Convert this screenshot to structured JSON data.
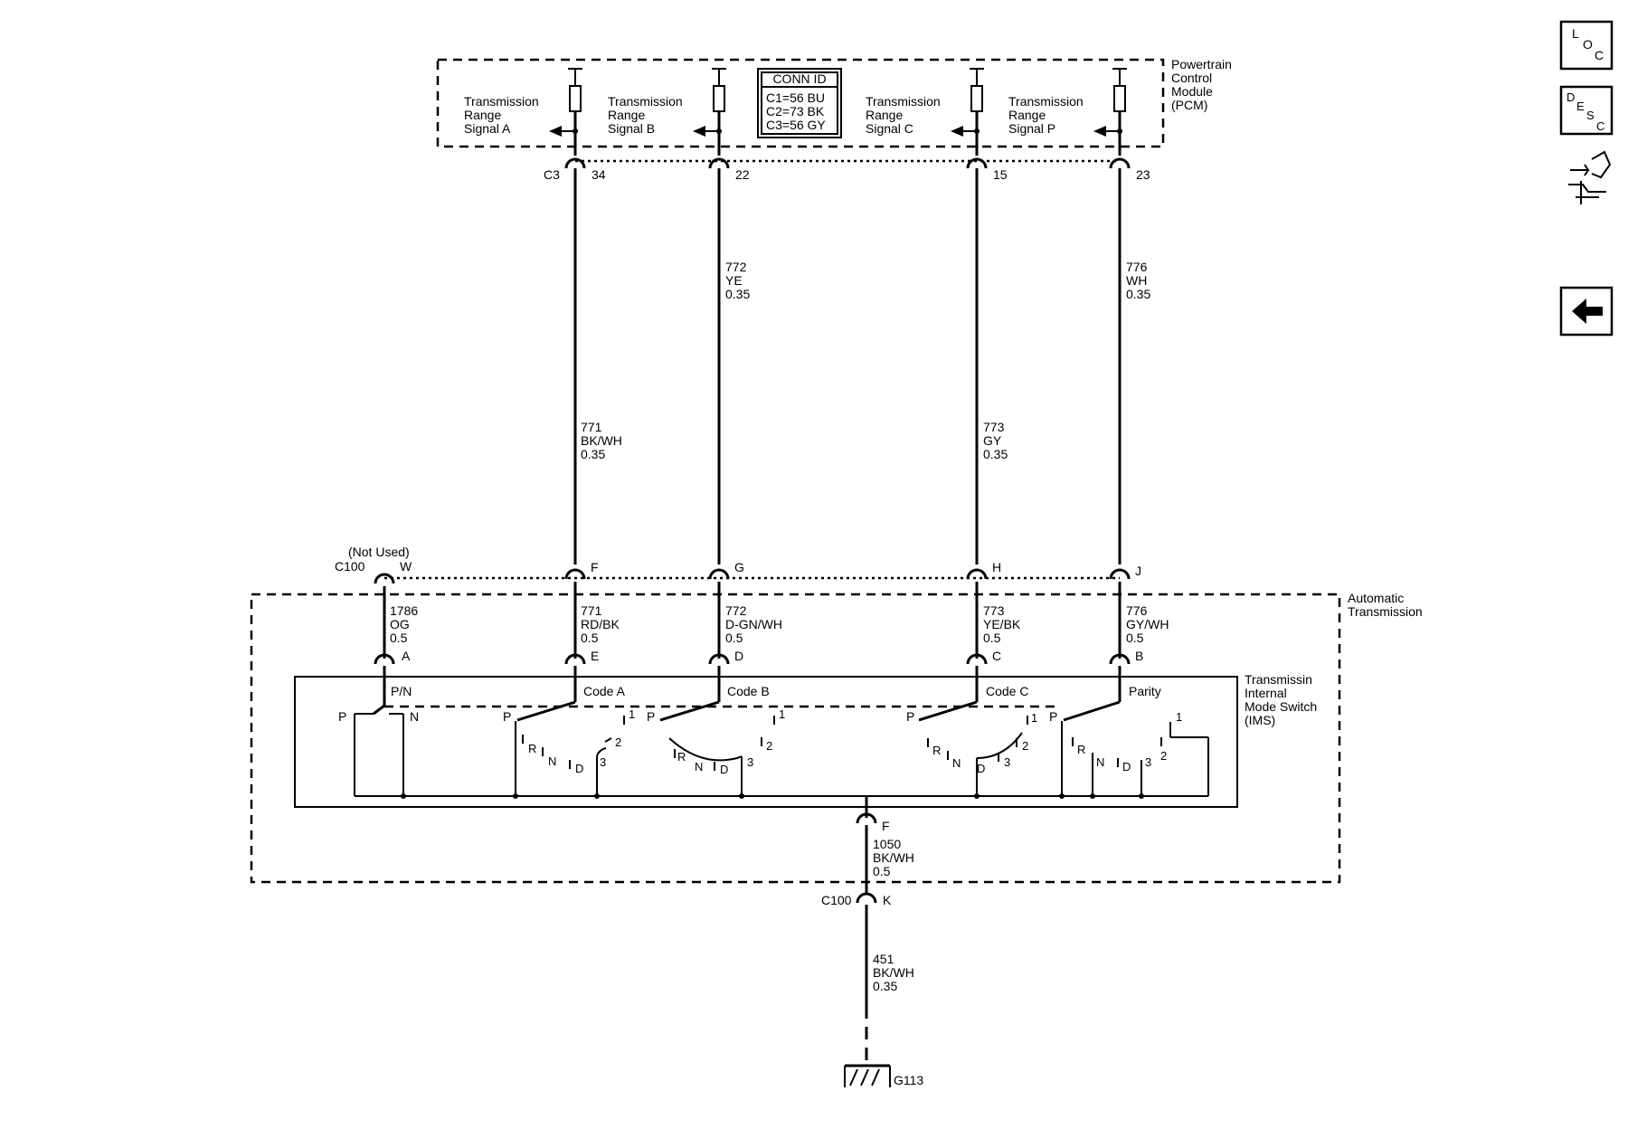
{
  "pcm": {
    "title_lines": [
      "Powertrain",
      "Control",
      "Module",
      "(PCM)"
    ],
    "conn_id": {
      "title": "CONN ID",
      "lines": [
        "C1=56 BU",
        "C2=73 BK",
        "C3=56 GY"
      ]
    },
    "signals": [
      {
        "lines": [
          "Transmission",
          "Range",
          "Signal A"
        ],
        "pin": "34"
      },
      {
        "lines": [
          "Transmission",
          "Range",
          "Signal B"
        ],
        "pin": "22"
      },
      {
        "lines": [
          "Transmission",
          "Range",
          "Signal C"
        ],
        "pin": "15"
      },
      {
        "lines": [
          "Transmission",
          "Range",
          "Signal P"
        ],
        "pin": "23"
      }
    ],
    "connector_label": "C3"
  },
  "upper_wires": [
    {
      "lines": [
        "771",
        "BK/WH",
        "0.35"
      ]
    },
    {
      "lines": [
        "772",
        "YE",
        "0.35"
      ]
    },
    {
      "lines": [
        "773",
        "GY",
        "0.35"
      ]
    },
    {
      "lines": [
        "776",
        "WH",
        "0.35"
      ]
    }
  ],
  "c100": {
    "label": "C100",
    "not_used": "(Not Used)",
    "pins": [
      "W",
      "F",
      "G",
      "H",
      "J"
    ],
    "bottom_pin_top": "F",
    "bottom_pin_bottom": "K"
  },
  "auto_trans": {
    "title_lines": [
      "Automatic",
      "Transmission"
    ]
  },
  "inner_wires": [
    {
      "lines": [
        "1786",
        "OG",
        "0.5"
      ],
      "pin": "A"
    },
    {
      "lines": [
        "771",
        "RD/BK",
        "0.5"
      ],
      "pin": "E"
    },
    {
      "lines": [
        "772",
        "D-GN/WH",
        "0.5"
      ],
      "pin": "D"
    },
    {
      "lines": [
        "773",
        "YE/BK",
        "0.5"
      ],
      "pin": "C"
    },
    {
      "lines": [
        "776",
        "GY/WH",
        "0.5"
      ],
      "pin": "B"
    }
  ],
  "ims": {
    "title_lines": [
      "Transmissin",
      "Internal",
      "Mode Switch",
      "(IMS)"
    ],
    "sections": [
      "P/N",
      "Code A",
      "Code B",
      "Code C",
      "Parity"
    ],
    "pn": {
      "p": "P",
      "n": "N"
    },
    "code_a": {
      "p": "P",
      "r": "R",
      "n": "N",
      "d": "D",
      "one": "1",
      "two": "2",
      "three": "3"
    },
    "code_b": {
      "p": "P",
      "r": "R",
      "n": "N",
      "d": "D",
      "one": "1",
      "two": "2",
      "three": "3"
    },
    "code_c": {
      "p": "P",
      "r": "R",
      "n": "N",
      "d": "D",
      "one": "1",
      "two": "2",
      "three": "3"
    },
    "parity": {
      "p": "P",
      "r": "R",
      "n": "N",
      "d": "D",
      "one": "1",
      "two": "2",
      "three": "3"
    }
  },
  "ground_wires": [
    {
      "lines": [
        "1050",
        "BK/WH",
        "0.5"
      ]
    },
    {
      "lines": [
        "451",
        "BK/WH",
        "0.35"
      ]
    }
  ],
  "ground": {
    "label": "G113"
  },
  "nav": {
    "loc": {
      "a": "L",
      "b": "O",
      "c": "C"
    },
    "desc": {
      "a": "D",
      "b": "E",
      "c": "S",
      "d": "C"
    }
  }
}
